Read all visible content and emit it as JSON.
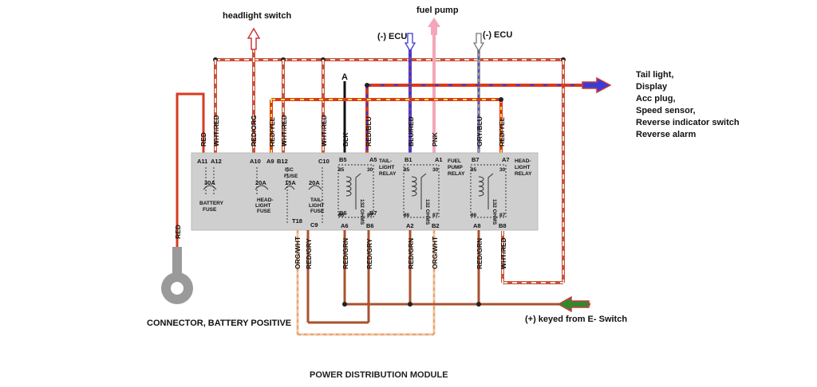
{
  "labels": {
    "headlight_switch": "headlight switch",
    "fuel_pump": "fuel pump",
    "ecu_left": "(-) ECU",
    "ecu_right": "(-) ECU",
    "tail_outputs": [
      "Tail light,",
      "Display",
      "Acc plug,",
      "Speed sensor,",
      "Reverse indicator switch",
      "Reverse alarm"
    ],
    "keyed": "(+) keyed from E- Switch",
    "connector": "CONNECTOR, BATTERY POSITIVE",
    "module": "POWER DISTRIBUTION MODULE",
    "wire_a": "A"
  },
  "top_wires": [
    "RED",
    "WHT/RED",
    "RED/ORG",
    "RED/YEL",
    "WHT/RED",
    "WHT/RED",
    "BLK",
    "RED/BLU",
    "BLU/RED",
    "PNK",
    "GRY/BLU",
    "RED/YEL"
  ],
  "bottom_wires": [
    "RED",
    "ORG/WHT",
    "RED/GRY",
    "RED/GRN",
    "RED/GRY",
    "RED/GRN",
    "ORG/WHT",
    "RED/GRN",
    "WHT/RED"
  ],
  "fuses": [
    {
      "pins": [
        "A11",
        "A12"
      ],
      "amps": "30A",
      "name": [
        "BATTERY",
        "FUSE"
      ]
    },
    {
      "pins": [
        "A10",
        "A9"
      ],
      "amps": "20A",
      "name": [
        "HEAD-",
        "LIGHT",
        "FUSE"
      ]
    },
    {
      "pins": [
        "B12"
      ],
      "amps": "15A",
      "name": [
        "ISC",
        "FUSE"
      ]
    },
    {
      "pins": [
        "C10",
        "C9"
      ],
      "amps": "20A",
      "name": [
        "TAIL-",
        "LIGHT",
        "FUSE"
      ]
    }
  ],
  "fuse_extra_pin": "T18",
  "relays": [
    {
      "name": [
        "TAIL-",
        "LIGHT",
        "RELAY"
      ],
      "pins": [
        "B5",
        "A5",
        "B6",
        "B7",
        "A6",
        "B6"
      ],
      "terms": [
        "85",
        "30",
        "86",
        "87"
      ],
      "ohms": "132 OHMS"
    },
    {
      "name": [
        "FUEL",
        "PUMP",
        "RELAY"
      ],
      "pins": [
        "B1",
        "A1",
        "B2",
        "B2",
        "A2",
        "B2"
      ],
      "terms": [
        "85",
        "30",
        "86",
        "87"
      ],
      "ohms": "132 OHMS"
    },
    {
      "name": [
        "HEAD-",
        "LIGHT",
        "RELAY"
      ],
      "pins": [
        "B7",
        "A7",
        "B8",
        "B7",
        "A8",
        "B8"
      ],
      "terms": [
        "85",
        "30",
        "86",
        "87"
      ],
      "ohms": "132 OHMS"
    }
  ],
  "colors": {
    "module": "#cfcfcf",
    "red": "#d83b1e",
    "brown": "#a8522e",
    "pink": "#f4a6b8",
    "blue": "#3b3bd6",
    "yellow": "#f2e43a",
    "arrow_green": "#2f8a2f",
    "arrow_red": "#c93a3a"
  }
}
